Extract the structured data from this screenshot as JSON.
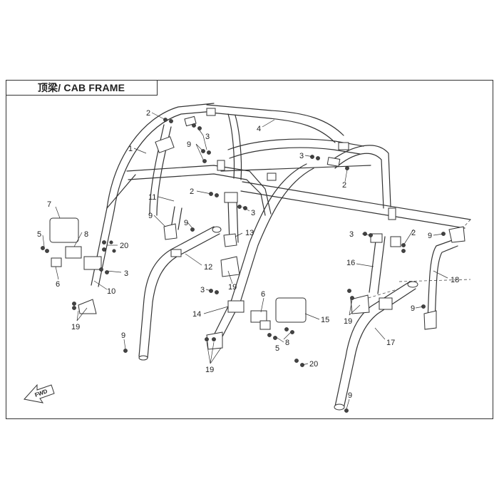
{
  "title": "顶梁/ CAB FRAME",
  "fwd_label": "FWD",
  "callouts": [
    "1",
    "2",
    "3",
    "4",
    "5",
    "6",
    "7",
    "8",
    "9",
    "10",
    "11",
    "12",
    "13",
    "14",
    "15",
    "16",
    "17",
    "18",
    "19",
    "20"
  ]
}
